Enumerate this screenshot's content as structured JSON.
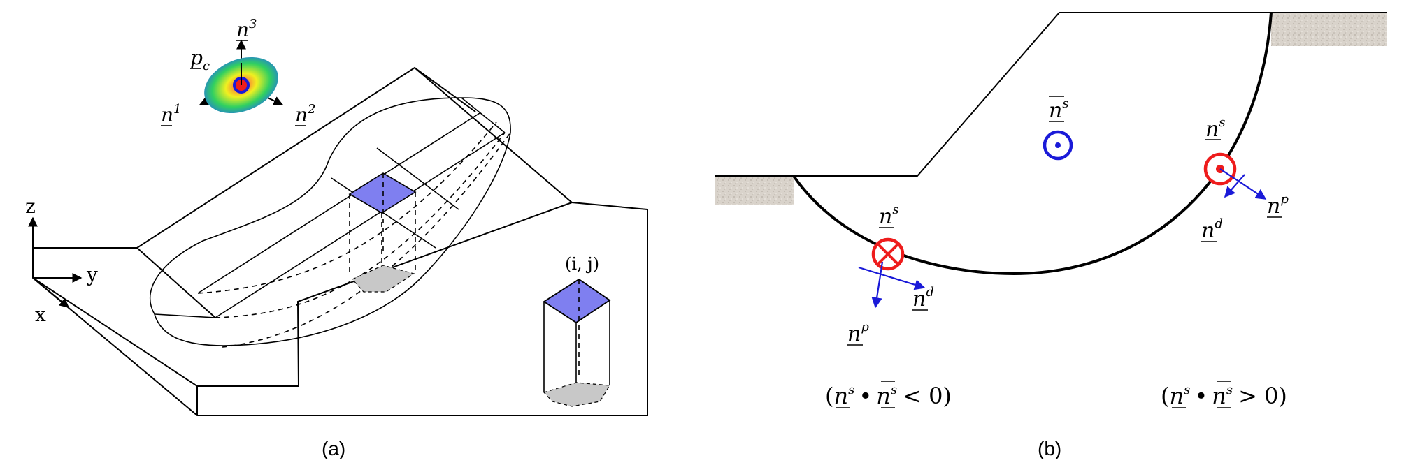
{
  "panel_a": {
    "caption": "(a)",
    "axis_z": "z",
    "axis_y": "y",
    "axis_x": "x",
    "cell_label": "(i, j)",
    "vector_n1": "n",
    "vector_n1_sup": "1",
    "vector_n2": "n",
    "vector_n2_sup": "2",
    "vector_n3": "n",
    "vector_n3_sup": "3",
    "vector_pc": "p",
    "vector_pc_sub": "c"
  },
  "panel_b": {
    "caption": "(b)",
    "nbar_s": "n",
    "nbar_s_sup": "s",
    "ns_right": "n",
    "ns_right_sup": "s",
    "ns_left": "n",
    "ns_left_sup": "s",
    "np_right": "n",
    "np_right_sup": "p",
    "nd_right": "n",
    "nd_right_sup": "d",
    "nd_left": "n",
    "nd_left_sup": "d",
    "np_left": "n",
    "np_left_sup": "p",
    "cond_left_open": "(",
    "cond_left_n": "n",
    "cond_left_sup1": "s",
    "cond_dot": "•",
    "cond_left_nbar": "n",
    "cond_left_sup2": "s",
    "cond_left_rel": "< 0)",
    "cond_right_open": "(",
    "cond_right_n": "n",
    "cond_right_sup1": "s",
    "cond_right_nbar": "n",
    "cond_right_sup2": "s",
    "cond_right_rel": "> 0)"
  },
  "colors": {
    "blue_accent": "#1a1ad8",
    "red_accent": "#ee1c1c",
    "cell_fill": "#7f7ff0",
    "shadow_fill": "#c8c8c8",
    "ground_fill": "#d6d0c8"
  }
}
